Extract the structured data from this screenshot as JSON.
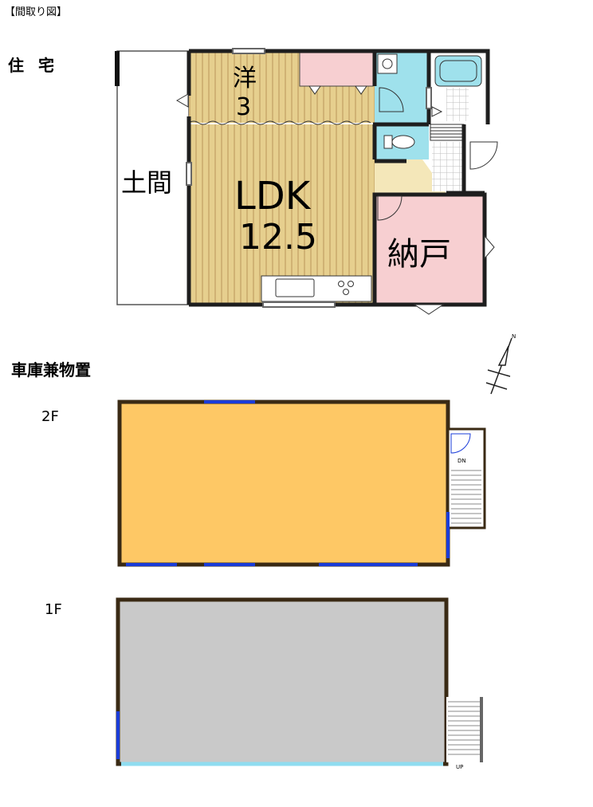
{
  "header_label": "【間取り図】",
  "house_title": "住宅",
  "garage_title": "車庫兼物置",
  "floor_2f": "2F",
  "floor_1f": "1F",
  "rooms": {
    "western_name": "洋",
    "western_size": "3",
    "ldk_name": "LDK",
    "ldk_size": "12.5",
    "storage_room": "納戸",
    "earthen_floor": "土間"
  },
  "stair_2f_label": "DN",
  "stair_1f_label": "UP",
  "north_label": "N",
  "colors": {
    "wall": "#3a2a14",
    "wood_floor": "#e6cf8e",
    "wood_line": "#b9955a",
    "pink": "#f7cfd1",
    "bath_blue": "#9fe1ec",
    "entry_beige": "#f4e7b9",
    "floor_2f_orange": "#fec865",
    "floor_1f_gray": "#c9c9c9",
    "window_blue": "#1a3cd9"
  }
}
